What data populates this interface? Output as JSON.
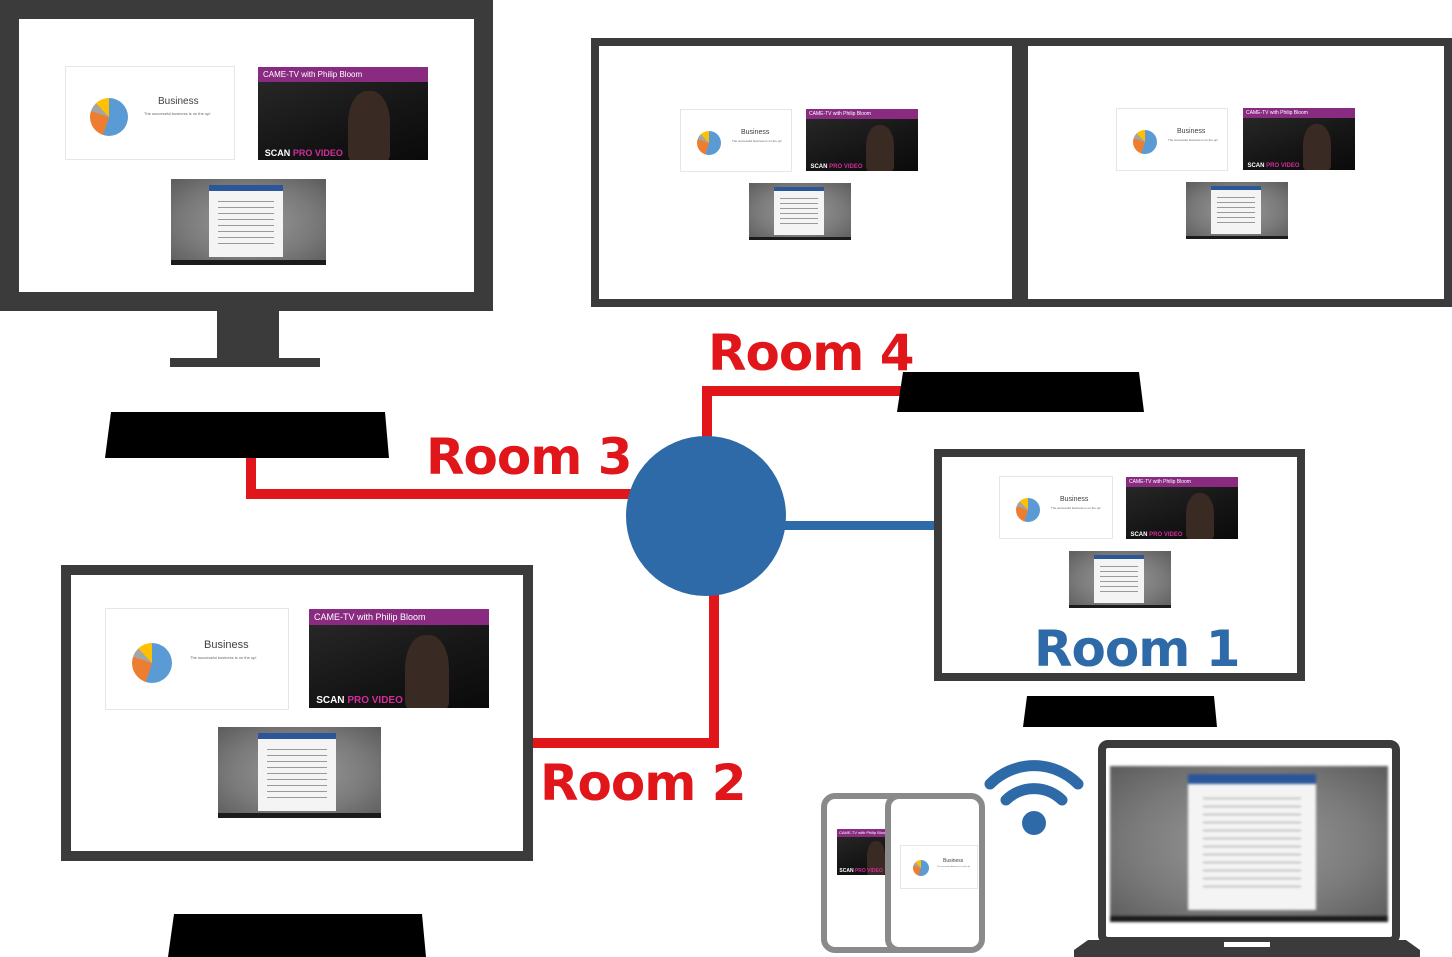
{
  "rooms": {
    "room1": "Room 1",
    "room2": "Room 2",
    "room3": "Room 3",
    "room4": "Room 4"
  },
  "slide": {
    "title": "Business",
    "subtitle": "The successful business is on the up!"
  },
  "video": {
    "header": "CAME-TV with Philip Bloom",
    "footer_white": "SCAN",
    "footer_pink": "PRO VIDEO"
  },
  "colors": {
    "link_red": "#e0161b",
    "hub_blue": "#2e6aa8",
    "monitor_frame": "#3b3b3b",
    "device_bar": "#000000"
  },
  "icons": {
    "hub": "hub-circle",
    "wifi": "wifi-icon"
  }
}
